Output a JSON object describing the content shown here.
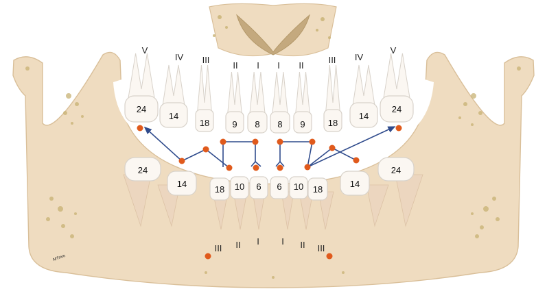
{
  "colors": {
    "bone": "#efdcc0",
    "bone_edge": "#d9bf99",
    "marrow": "#c8b273",
    "enamel": "#fbf7f2",
    "enamel_edge": "#d8d2ca",
    "root": "#ecd6bf",
    "dot": "#e05a1c",
    "arrow": "#2f4b8c"
  },
  "upper_roman": [
    "V",
    "IV",
    "III",
    "II",
    "I",
    "I",
    "II",
    "III",
    "IV",
    "V"
  ],
  "upper_numbers": [
    "24",
    "14",
    "18",
    "9",
    "8",
    "8",
    "9",
    "18",
    "14",
    "24"
  ],
  "lower_numbers": [
    "24",
    "14",
    "18",
    "10",
    "6",
    "6",
    "10",
    "18",
    "14",
    "24"
  ],
  "lower_roman": [
    "III",
    "II",
    "I",
    "I",
    "II",
    "III"
  ],
  "signature": "MTmm"
}
